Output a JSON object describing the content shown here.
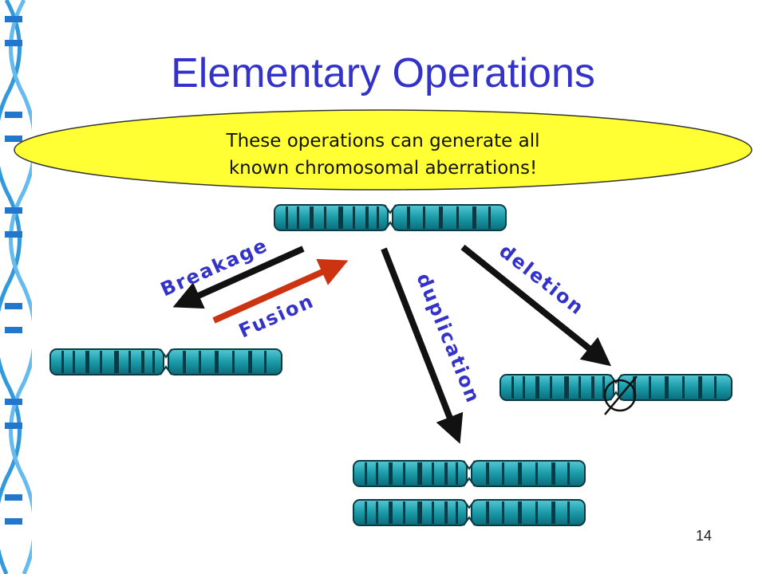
{
  "slide": {
    "title": "Elementary Operations",
    "callout_line1": "These operations can generate all",
    "callout_line2": "known chromosomal aberrations!",
    "page_number": "14"
  },
  "labels": {
    "breakage": "Breakage",
    "fusion": "Fusion",
    "duplication": "duplication",
    "deletion": "deletion"
  },
  "symbols": {
    "deleted_segment": "empty-set-icon"
  },
  "colors": {
    "title": "#3333cc",
    "callout_fill": "#ffff33",
    "chromosome": "#1a9aa8",
    "fusion_arrow": "#cc3311",
    "arrow": "#111111",
    "label": "#3333cc"
  }
}
